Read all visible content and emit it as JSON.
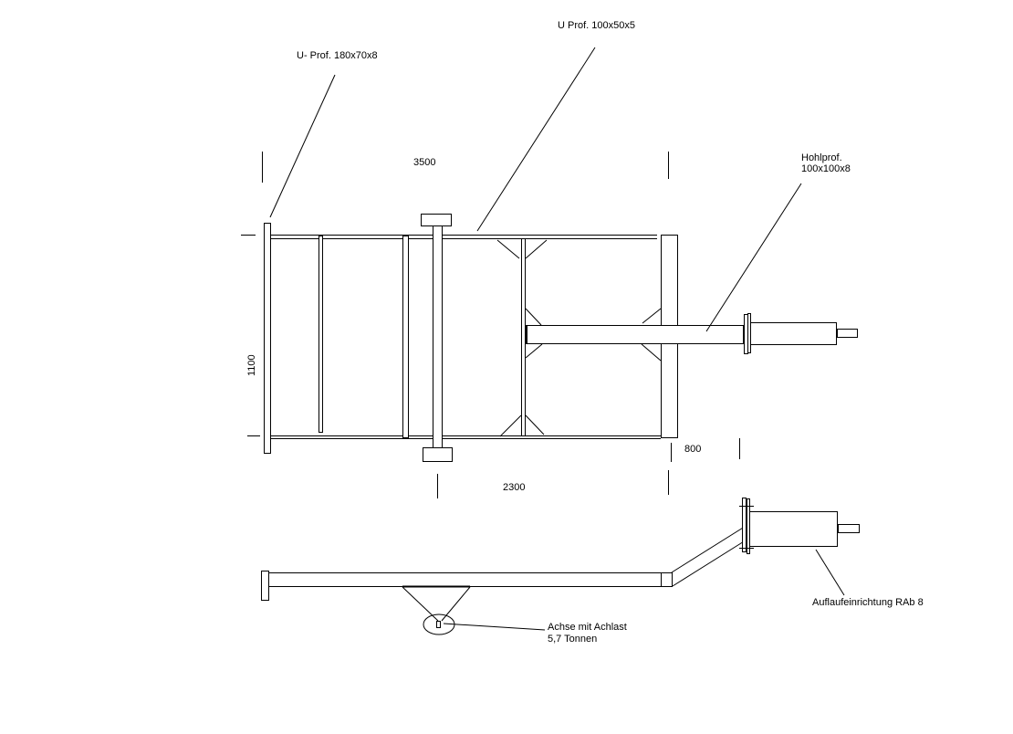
{
  "drawing": {
    "labels": {
      "u_profile_main": "U- Prof. 180x70x8",
      "u_profile_rail": "U Prof. 100x50x5",
      "hollow_profile_line1": "Hohlprof.",
      "hollow_profile_line2": "100x100x8",
      "axle_line1": "Achse mit Achlast",
      "axle_line2": "5,7 Tonnen",
      "coupling": "Auflaufeinrichtung RAb 8"
    },
    "dimensions": {
      "length": "3500",
      "width": "1100",
      "drawbar": "800",
      "axle_distance": "2300"
    }
  }
}
